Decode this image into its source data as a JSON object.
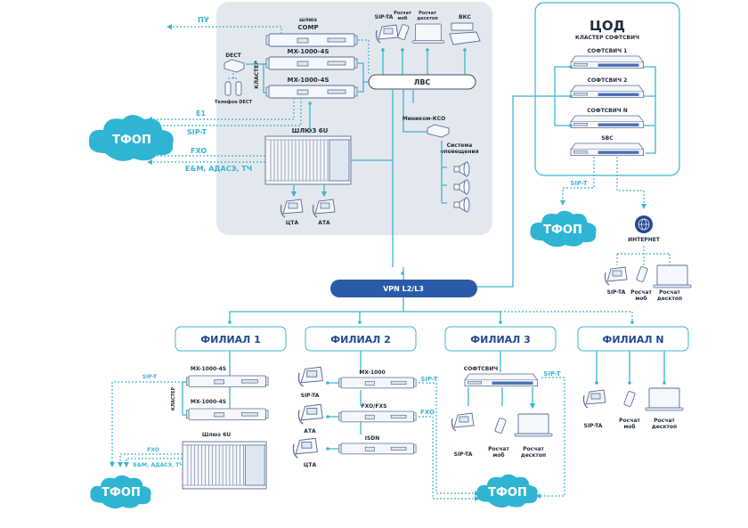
{
  "colors": {
    "cyan": "#3db5cf",
    "navy": "#234a8f",
    "vpn_fill": "#2b5ba8",
    "office_bg": "#e3e8ee",
    "text_dark": "#1f2a3c",
    "cloud": "#2fb5d3"
  },
  "central_office": {
    "gateway_comp_caption": "шлюз",
    "gateway_comp": "COMP",
    "mx1": "MX-1000-4S",
    "mx2": "MX-1000-4S",
    "cluster": "КЛАСТЕР",
    "dect": "DECT",
    "dect_phone": "Телефон DECT",
    "sip_ta": "SIP-TA",
    "roschat_mob": [
      "Росчат",
      "моб"
    ],
    "roschat_desktop": [
      "Росчат",
      "десктоп"
    ],
    "vks": "ВКС",
    "lan": "ЛВС",
    "minicom": "Миником-КСО",
    "alert_system": [
      "Система",
      "оповещения"
    ],
    "gateway_6u": "ШЛЮЗ 6U",
    "cta": "ЦТА",
    "ata": "АТА"
  },
  "left_links": {
    "pu": "ПУ",
    "e1": "E1",
    "sipt": "SIP-T",
    "fxo": "FXO",
    "em": "E&M, АДАСЭ, ТЧ"
  },
  "pstn": "ТФОП",
  "datacenter": {
    "title": "ЦОД",
    "subtitle": "КЛАСТЕР СОФТСВИЧ",
    "switches": [
      "СОФТСВИЧ 1",
      "СОФТСВИЧ 2",
      "СОФТСВИЧ N",
      "SBC"
    ],
    "sipt": "SIP-T",
    "internet": "ИНТЕРНЕТ",
    "clients": [
      {
        "l1": "SIP-TA",
        "l2": ""
      },
      {
        "l1": "Росчат",
        "l2": "моб"
      },
      {
        "l1": "Росчат",
        "l2": "десктоп"
      }
    ]
  },
  "vpn": "VPN L2/L3",
  "branches": [
    {
      "name": "ФИЛИАЛ 1",
      "mx1": "MX-1000-4S",
      "mx2": "MX-1000-4S",
      "cluster": "КЛАСТЕР",
      "gateway": "Шлюз 6U",
      "sipt": "SIP-T",
      "fxo": "FXO",
      "em": "E&M, АДАСЭ, ТЧ"
    },
    {
      "name": "ФИЛИАЛ 2",
      "devices": [
        "MX-1000",
        "FXO/FXS",
        "ISDN"
      ],
      "phones": [
        "SIP-TA",
        "АТА",
        "ЦТА"
      ],
      "sipt": "SIP-T",
      "fxo": "FXO"
    },
    {
      "name": "ФИЛИАЛ 3",
      "softswitch": "СОФТСВИЧ",
      "sipt": "SIP-T",
      "clients": [
        {
          "l1": "SIP-TA",
          "l2": ""
        },
        {
          "l1": "Росчат",
          "l2": "моб"
        },
        {
          "l1": "Росчат",
          "l2": "десктоп"
        }
      ]
    },
    {
      "name": "ФИЛИАЛ N",
      "clients": [
        {
          "l1": "SIP-TA",
          "l2": ""
        },
        {
          "l1": "Росчат",
          "l2": "моб"
        },
        {
          "l1": "Росчат",
          "l2": "десктоп"
        }
      ]
    }
  ]
}
